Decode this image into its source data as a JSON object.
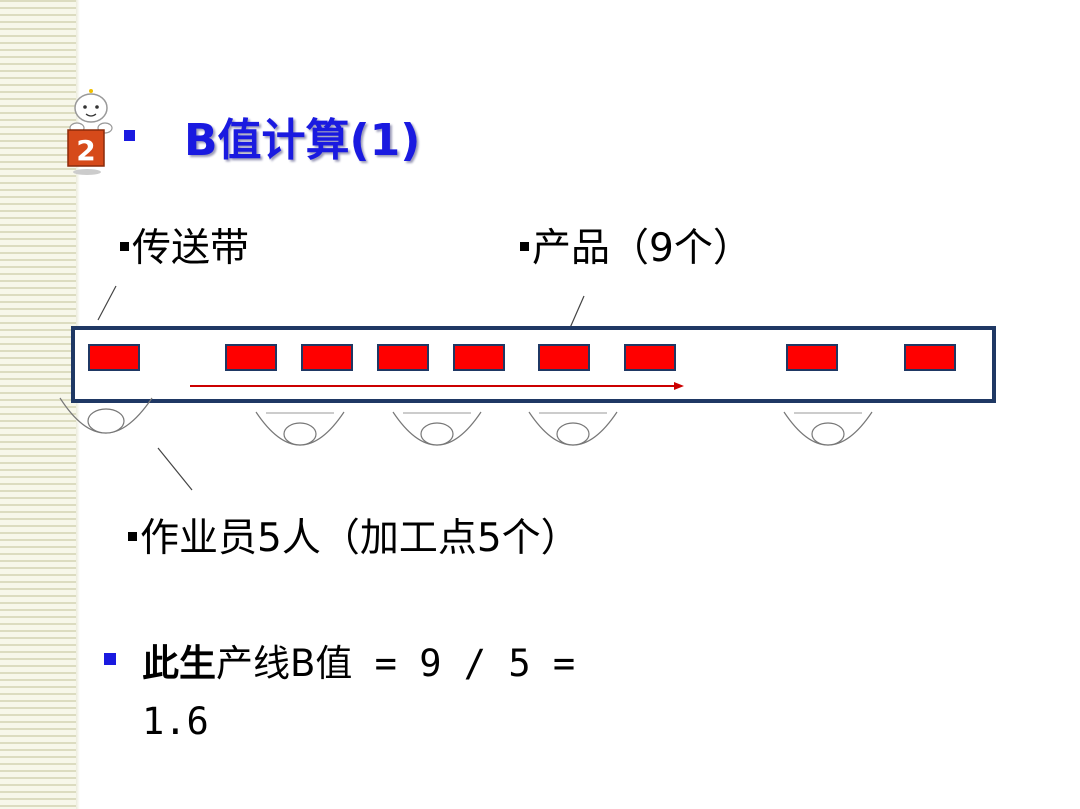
{
  "slide": {
    "title": "B值计算(1)",
    "mascot_number": "2",
    "labels": {
      "belt": "传送带",
      "products": "产品（9个）",
      "workers": "作业员5人（加工点5个）"
    },
    "result": {
      "prefix": "此生",
      "middle": "产线B值",
      "formula": " = 9 / 5 =",
      "value": "1.6"
    }
  },
  "diagram": {
    "product_count": 9,
    "worker_count": 5,
    "colors": {
      "product_fill": "#ff0000",
      "belt_border": "#1f3864",
      "arrow": "#cc0000",
      "title": "#1a1ae0"
    }
  }
}
